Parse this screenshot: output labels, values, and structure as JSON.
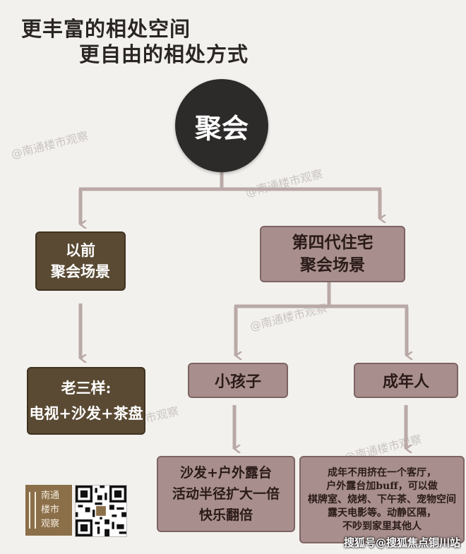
{
  "header": {
    "line1": "更丰富的相处空间",
    "line2": "更自由的相处方式"
  },
  "center": {
    "label": "聚会"
  },
  "before": {
    "lines": [
      "以前",
      "聚会场景"
    ]
  },
  "gen4": {
    "lines": [
      "第四代住宅",
      "聚会场景"
    ]
  },
  "old_three": {
    "lines": [
      "老三样:",
      "电视+沙发+茶盘"
    ]
  },
  "kids": {
    "label": "小孩子",
    "desc": [
      "沙发+户外露台",
      "活动半径扩大一倍",
      "快乐翻倍"
    ]
  },
  "adults": {
    "label": "成年人",
    "desc": [
      "成年不用挤在一个客厅，",
      "户外露台加buff，可以做",
      "棋牌室、烧烤、下午茶、宠物空间",
      "露天电影等。动静区隔，",
      "不吵到家里其他人"
    ]
  },
  "watermark": "@南通楼市观察",
  "logo": {
    "lines": [
      "南通",
      "楼市",
      "观察"
    ]
  },
  "footer": {
    "text": "搜狐号@搜狐焦点铜川站"
  },
  "colors": {
    "dark_box": "#5a4a33",
    "rose_box": "#a88f8d",
    "arrow": "#b9a9a6",
    "circle": "#2d2b2a"
  }
}
